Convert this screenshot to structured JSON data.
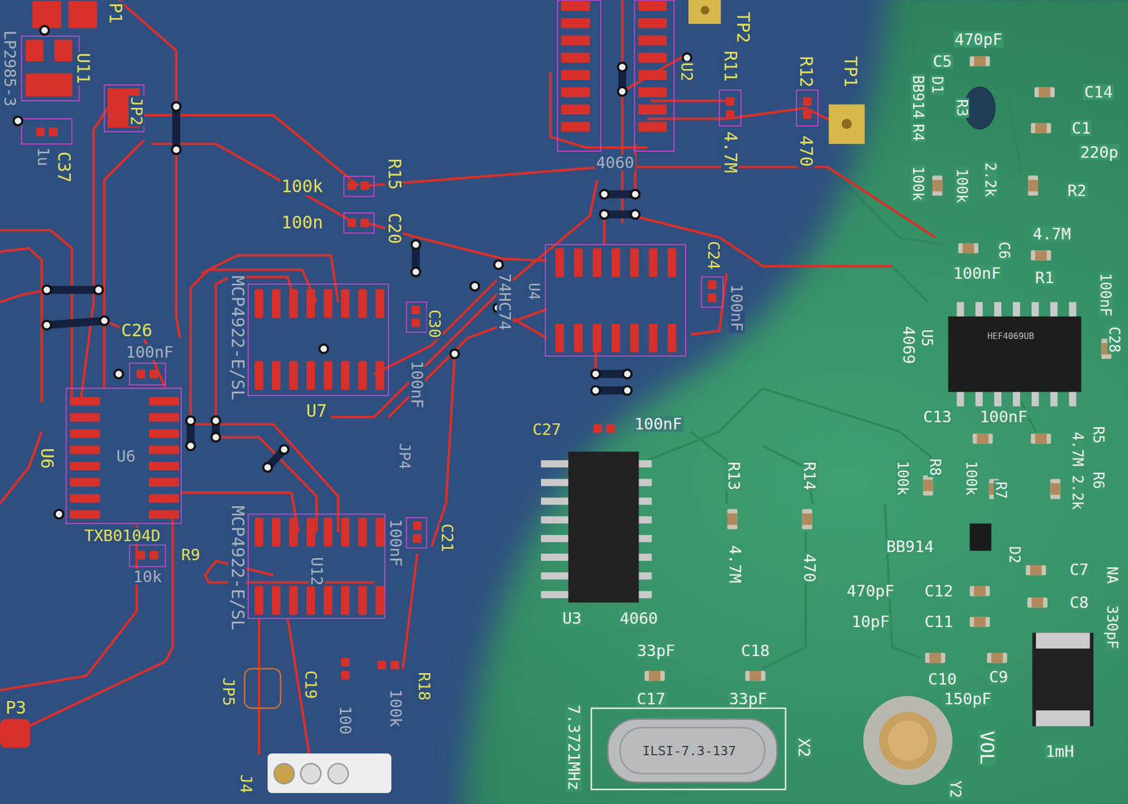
{
  "diagram": {
    "labels": [
      "P1",
      "U11",
      "LP2985-3",
      "1u",
      "C37",
      "JP2",
      "100k",
      "R15",
      "100n",
      "C20",
      "MCP4922-E/SL",
      "C30",
      "100nF",
      "U7",
      "74HC74",
      "U4",
      "C26",
      "100nF",
      "U6",
      "U6",
      "TXB0104D",
      "R9",
      "10k",
      "MCP4922-E/SL",
      "U12",
      "100nF",
      "C21",
      "JP4",
      "JP5",
      "C19",
      "100",
      "100k",
      "R18",
      "J4",
      "P3",
      "TP2",
      "R11",
      "U2",
      "4.7M",
      "R12",
      "470",
      "TP1",
      "4060",
      "C24",
      "100nF",
      "C27",
      "100nF",
      "470pF",
      "C5",
      "D1",
      "BB914",
      "R4",
      "100k",
      "R3",
      "100k",
      "2.2k",
      "C14",
      "C1",
      "220p",
      "R2",
      "4.7M",
      "C6",
      "100nF",
      "R1",
      "100nF",
      "C28",
      "4069",
      "U5",
      "HEF4069UB",
      "C13",
      "100nF",
      "R5",
      "4.7M",
      "R6",
      "2.2k",
      "100k",
      "R8",
      "100k",
      "R7",
      "BB914",
      "D2",
      "C7",
      "NA",
      "470pF",
      "C12",
      "C8",
      "330pF",
      "10pF",
      "C11",
      "C10",
      "C9",
      "150pF",
      "1mH",
      "VOL",
      "Y2",
      "R13",
      "R14",
      "4.7M",
      "470",
      "U3",
      "4060",
      "33pF",
      "C18",
      "C17",
      "33pF",
      "7.3721MHz",
      "X2",
      "ILSI-7.3-137"
    ]
  }
}
